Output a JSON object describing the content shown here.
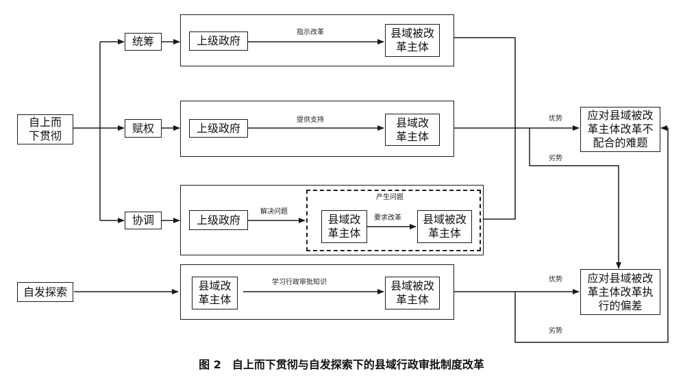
{
  "nodes": {
    "top_down": "自上而下贯彻",
    "self_explore": "自发探索",
    "tongchou": "统筹",
    "fuquan": "赋权",
    "xietiao": "协调",
    "gov1": "上级政府",
    "gov2": "上级政府",
    "gov3": "上级政府",
    "county_reformed_1": "县域被改革主体",
    "county_reformed_2": "县域改革主体",
    "county_reform_3": "县域改革主体",
    "county_reformed_3": "县域被改革主体",
    "county_reform_4": "县域改革主体",
    "county_reformed_4": "县域被改革主体",
    "outcome_uncooperative": "应对县域被改革主体改革不配合的难题",
    "outcome_deviation": "应对县域被改革主体改革执行的偏差"
  },
  "edge_labels": {
    "instruct": "指示改革",
    "support": "提供支持",
    "solve": "解决问题",
    "arise": "产生问题",
    "demand": "要求改革",
    "learn": "学习行政审批知识",
    "adv1": "优势",
    "dis1": "劣势",
    "adv2": "优势",
    "dis2": "劣势"
  },
  "caption": "图 2　自上而下贯彻与自发探索下的县域行政审批制度改革"
}
